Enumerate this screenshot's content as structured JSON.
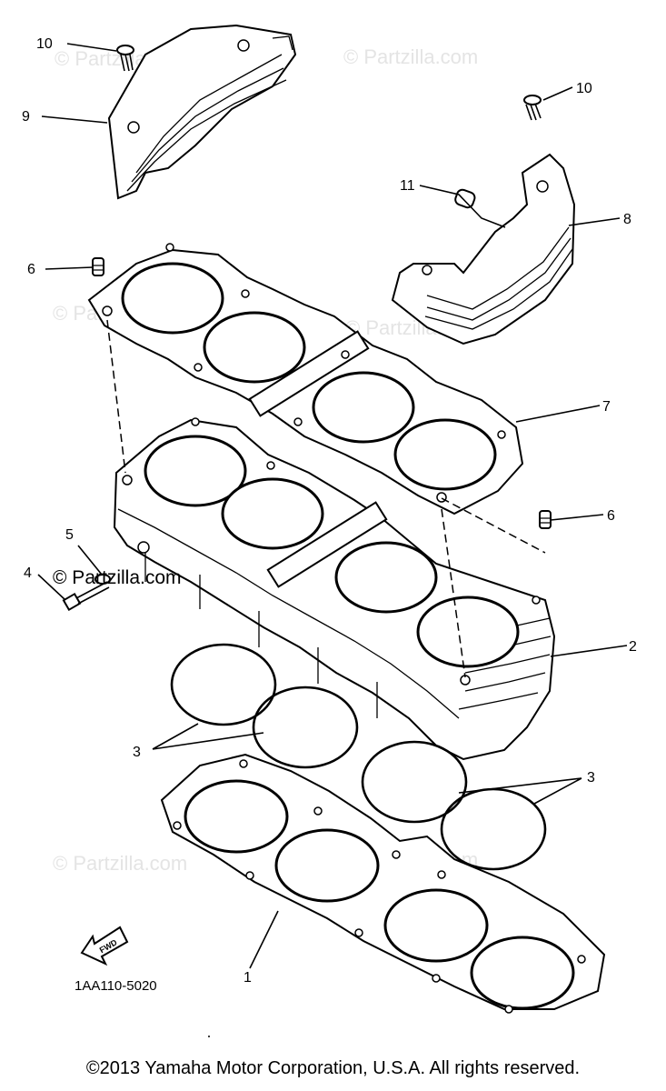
{
  "diagram": {
    "watermark_text": "© Partzilla.com",
    "diagram_code": "1AA110-5020",
    "forward_arrow_label": "FWD",
    "callouts": {
      "c1": "1",
      "c2": "2",
      "c3a": "3",
      "c3b": "3",
      "c4": "4",
      "c5": "5",
      "c6a": "6",
      "c6b": "6",
      "c7": "7",
      "c8": "8",
      "c9": "9",
      "c10a": "10",
      "c10b": "10",
      "c11": "11"
    }
  },
  "footer": {
    "copyright": "©2013 Yamaha Motor Corporation, U.S.A. All rights reserved."
  }
}
